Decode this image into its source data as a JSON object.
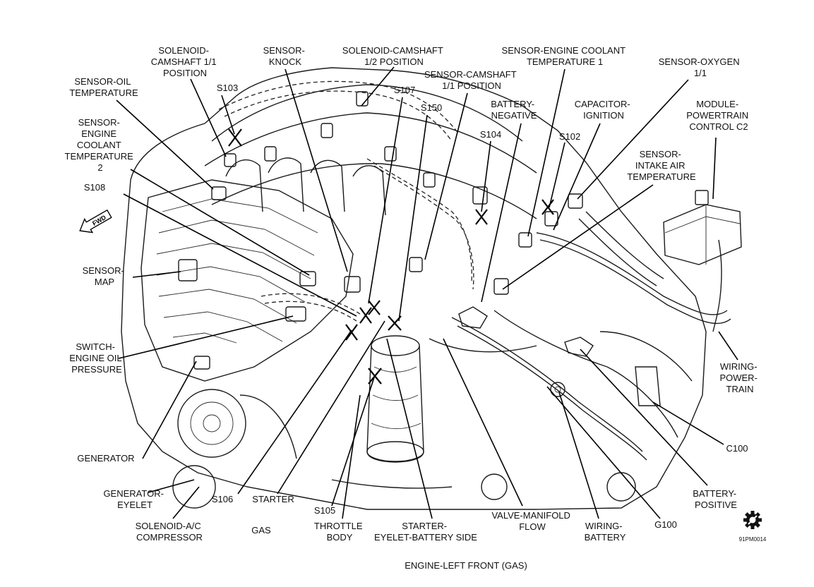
{
  "labels": {
    "solenoid_camshaft_11": [
      "SOLENOID-",
      "CAMSHAFT 1/1",
      "POSITION"
    ],
    "sensor_knock": [
      "SENSOR-",
      "KNOCK"
    ],
    "solenoid_camshaft_12": [
      "SOLENOID-CAMSHAFT",
      "1/2 POSITION"
    ],
    "sensor_camshaft_11": [
      "SENSOR-CAMSHAFT",
      "1/1 POSITION"
    ],
    "sensor_ect1": [
      "SENSOR-ENGINE COOLANT",
      "TEMPERATURE 1"
    ],
    "sensor_oxygen": [
      "SENSOR-OXYGEN",
      "1/1"
    ],
    "sensor_oil_temp": [
      "SENSOR-OIL",
      "TEMPERATURE"
    ],
    "s103": "S103",
    "s107": "S107",
    "s150": "S150",
    "battery_negative": [
      "BATTERY-",
      "NEGATIVE"
    ],
    "capacitor_ignition": [
      "CAPACITOR-",
      "IGNITION"
    ],
    "module_pcm": [
      "MODULE-",
      "POWERTRAIN",
      "CONTROL C2"
    ],
    "sensor_ect2": [
      "SENSOR-",
      "ENGINE",
      "COOLANT",
      "TEMPERATURE",
      "2"
    ],
    "s104": "S104",
    "s102": "S102",
    "sensor_iat": [
      "SENSOR-",
      "INTAKE AIR",
      "TEMPERATURE"
    ],
    "s108": "S108",
    "fwd": "FWD",
    "sensor_map": [
      "SENSOR-",
      "MAP"
    ],
    "switch_oil_pressure": [
      "SWITCH-",
      "ENGINE OIL",
      "PRESSURE"
    ],
    "wiring_powertrain": [
      "WIRING-",
      "POWER-",
      "TRAIN"
    ],
    "c100": "C100",
    "generator": "GENERATOR",
    "generator_eyelet": [
      "GENERATOR-",
      "EYELET"
    ],
    "s106": "S106",
    "starter": "STARTER",
    "s105": "S105",
    "valve_manifold_flow": [
      "VALVE-MANIFOLD",
      "FLOW"
    ],
    "battery_positive": [
      "BATTERY-",
      "POSITIVE"
    ],
    "solenoid_ac": [
      "SOLENOID-A/C",
      "COMPRESSOR"
    ],
    "gas": "GAS",
    "throttle_body": [
      "THROTTLE",
      "BODY"
    ],
    "starter_eyelet_battery": [
      "STARTER-",
      "EYELET-BATTERY SIDE"
    ],
    "wiring_battery": [
      "WIRING-",
      "BATTERY"
    ],
    "g100": "G100",
    "figure_code": "91PM0014",
    "caption": "ENGINE-LEFT FRONT (GAS)"
  },
  "icons": {
    "gear": "gear-icon",
    "fwd_arrow": "fwd-arrow-icon"
  }
}
